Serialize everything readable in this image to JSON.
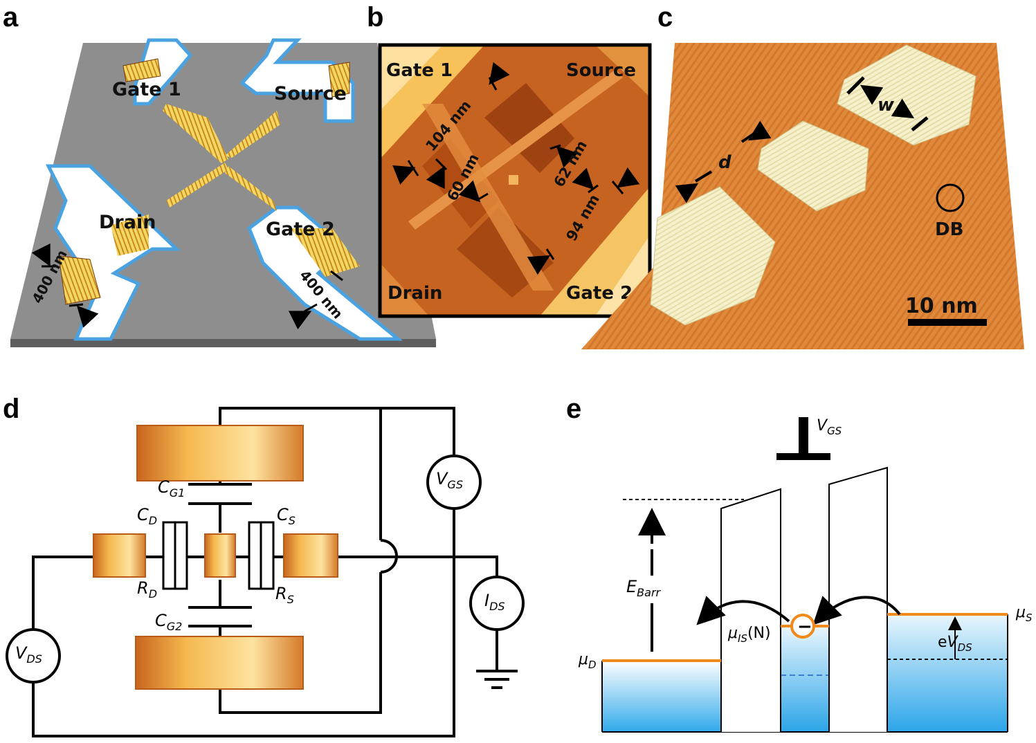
{
  "panels": {
    "a": {
      "letter": "a",
      "labels": {
        "gate1": "Gate 1",
        "source": "Source",
        "drain": "Drain",
        "gate2": "Gate 2"
      },
      "dims": {
        "left": "400 nm",
        "right": "400 nm"
      }
    },
    "b": {
      "letter": "b",
      "labels": {
        "gate1": "Gate 1",
        "source": "Source",
        "drain": "Drain",
        "gate2": "Gate 2"
      },
      "dims": {
        "d104": "104 nm",
        "d60": "60 nm",
        "d62": "62 nm",
        "d94": "94 nm"
      }
    },
    "c": {
      "letter": "c",
      "labels": {
        "w": "w",
        "d": "d",
        "db": "DB",
        "scale": "10 nm"
      }
    },
    "d": {
      "letter": "d",
      "labels": {
        "cg1_main": "C",
        "cg1_sub": "G1",
        "cg2_main": "C",
        "cg2_sub": "G2",
        "cd_main": "C",
        "cd_sub": "D",
        "cs_main": "C",
        "cs_sub": "S",
        "rd_main": "R",
        "rd_sub": "D",
        "rs_main": "R",
        "rs_sub": "S",
        "vgs_main": "V",
        "vgs_sub": "GS",
        "vds_main": "V",
        "vds_sub": "DS",
        "ids_main": "I",
        "ids_sub": "DS"
      }
    },
    "e": {
      "letter": "e",
      "labels": {
        "vgs_main": "V",
        "vgs_sub": "GS",
        "ebarr_main": "E",
        "ebarr_sub": "Barr",
        "mud_main": "μ",
        "mud_sub": "D",
        "mus_main": "μ",
        "mus_sub": "S",
        "muis_main": "μ",
        "muis_sub": "IS",
        "muis_arg": "(N)",
        "evds_prefix": "e",
        "evds_main": "V",
        "evds_sub": "DS",
        "minus": "−"
      }
    }
  },
  "colors": {
    "orange": "#f08a1c",
    "substrate": "#8a8a8a",
    "electrode_blue": "#4aa3e0",
    "fill_blue": "#4fb3ee",
    "stm_light": "#fde6a8",
    "stm_dark": "#b64a10"
  }
}
